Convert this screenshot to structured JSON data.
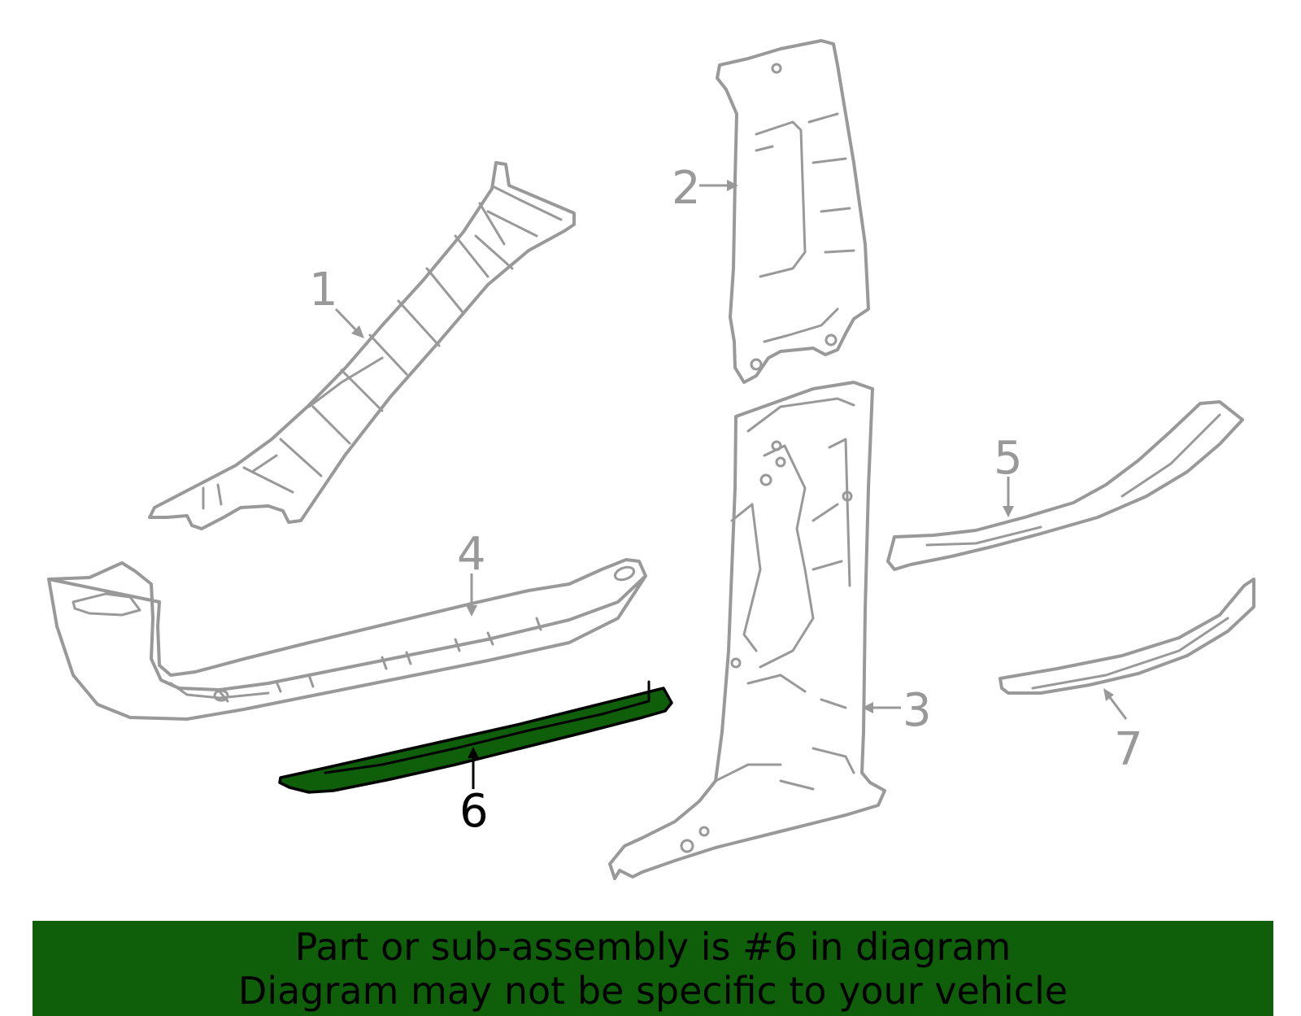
{
  "colors": {
    "highlight": "#0f5e0a",
    "outline": "#999999",
    "banner_background": "#0f5e0a",
    "banner_text": "#000000"
  },
  "callouts": [
    {
      "number": "1",
      "highlighted": false
    },
    {
      "number": "2",
      "highlighted": false
    },
    {
      "number": "3",
      "highlighted": false
    },
    {
      "number": "4",
      "highlighted": false
    },
    {
      "number": "5",
      "highlighted": false
    },
    {
      "number": "6",
      "highlighted": true
    },
    {
      "number": "7",
      "highlighted": false
    }
  ],
  "banner": {
    "line1": "Part or sub-assembly is #6 in diagram",
    "line2": "Diagram may not be specific to your vehicle"
  }
}
